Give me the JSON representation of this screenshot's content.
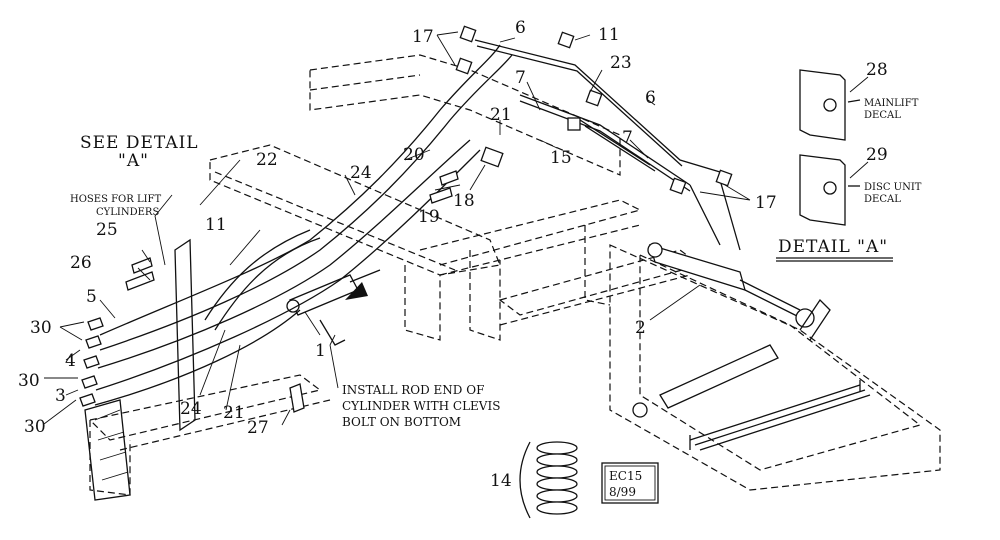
{
  "callouts": {
    "c17_top": "17",
    "c6_top": "6",
    "c11_top": "11",
    "c23": "23",
    "c7_top": "7",
    "c21_top": "21",
    "c15": "15",
    "c6_right": "6",
    "c7_right": "7",
    "c20": "20",
    "c22": "22",
    "c24_top": "24",
    "c17_right": "17",
    "c19": "19",
    "c18": "18",
    "c25": "25",
    "c11_left": "11",
    "c26": "26",
    "c2": "2",
    "c5": "5",
    "c30_a": "30",
    "c1": "1",
    "c4": "4",
    "c30_b": "30",
    "c3": "3",
    "c24_bottom": "24",
    "c21_bottom": "21",
    "c30_c": "30",
    "c27": "27",
    "c14": "14",
    "c28": "28",
    "c29": "29"
  },
  "notes": {
    "see_detail_line1": "SEE DETAIL",
    "see_detail_line2": "\"A\"",
    "hoses_line1": "HOSES FOR LIFT",
    "hoses_line2": "CYLINDERS",
    "install_line1": "INSTALL ROD END OF",
    "install_line2": "CYLINDER WITH CLEVIS",
    "install_line3": "BOLT ON BOTTOM",
    "mainlift_line1": "MAINLIFT",
    "mainlift_line2": "DECAL",
    "disc_line1": "DISC UNIT",
    "disc_line2": "DECAL",
    "detail_title": "DETAIL \"A\"",
    "stamp_line1": "EC15",
    "stamp_line2": "8/99"
  }
}
